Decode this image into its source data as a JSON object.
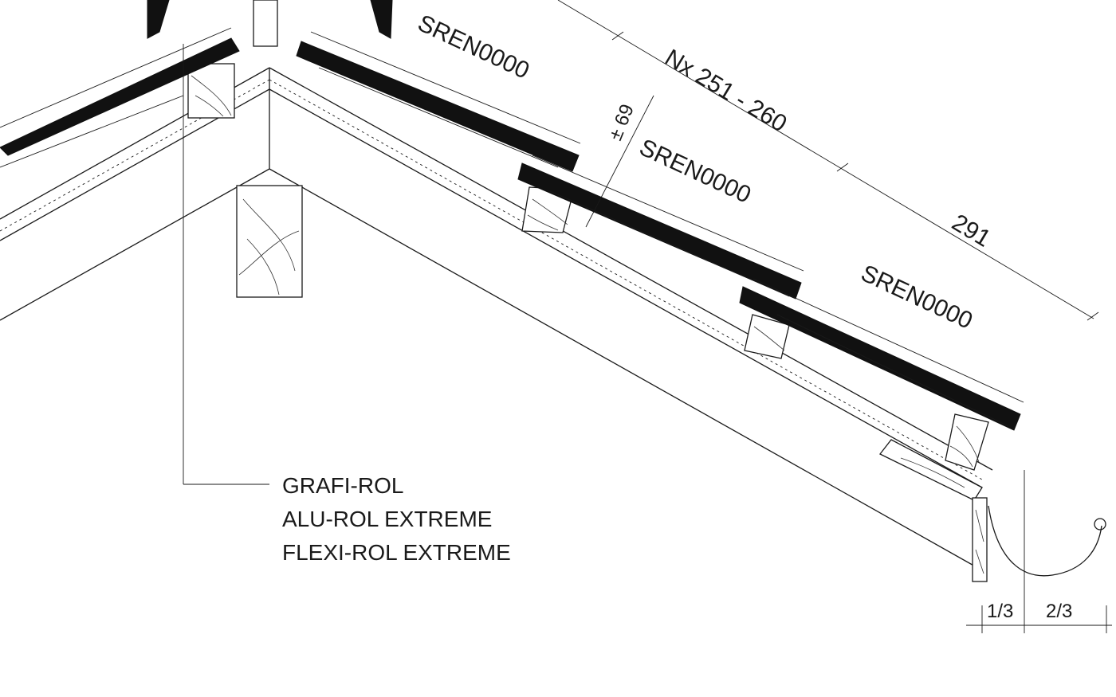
{
  "tile_labels": [
    "SREN0000",
    "SREN0000",
    "SREN0000"
  ],
  "dimensions": {
    "spacing": "Nx 251 - 260",
    "last_batten": "291",
    "overlap": "± 69",
    "gutter_left": "1/3",
    "gutter_right": "2/3"
  },
  "callout": {
    "line1": "GRAFI-ROL",
    "line2": "ALU-ROL EXTREME",
    "line3": "FLEXI-ROL EXTREME"
  },
  "colors": {
    "ink": "#1a1a1a",
    "tile": "#111111",
    "background": "#ffffff"
  }
}
